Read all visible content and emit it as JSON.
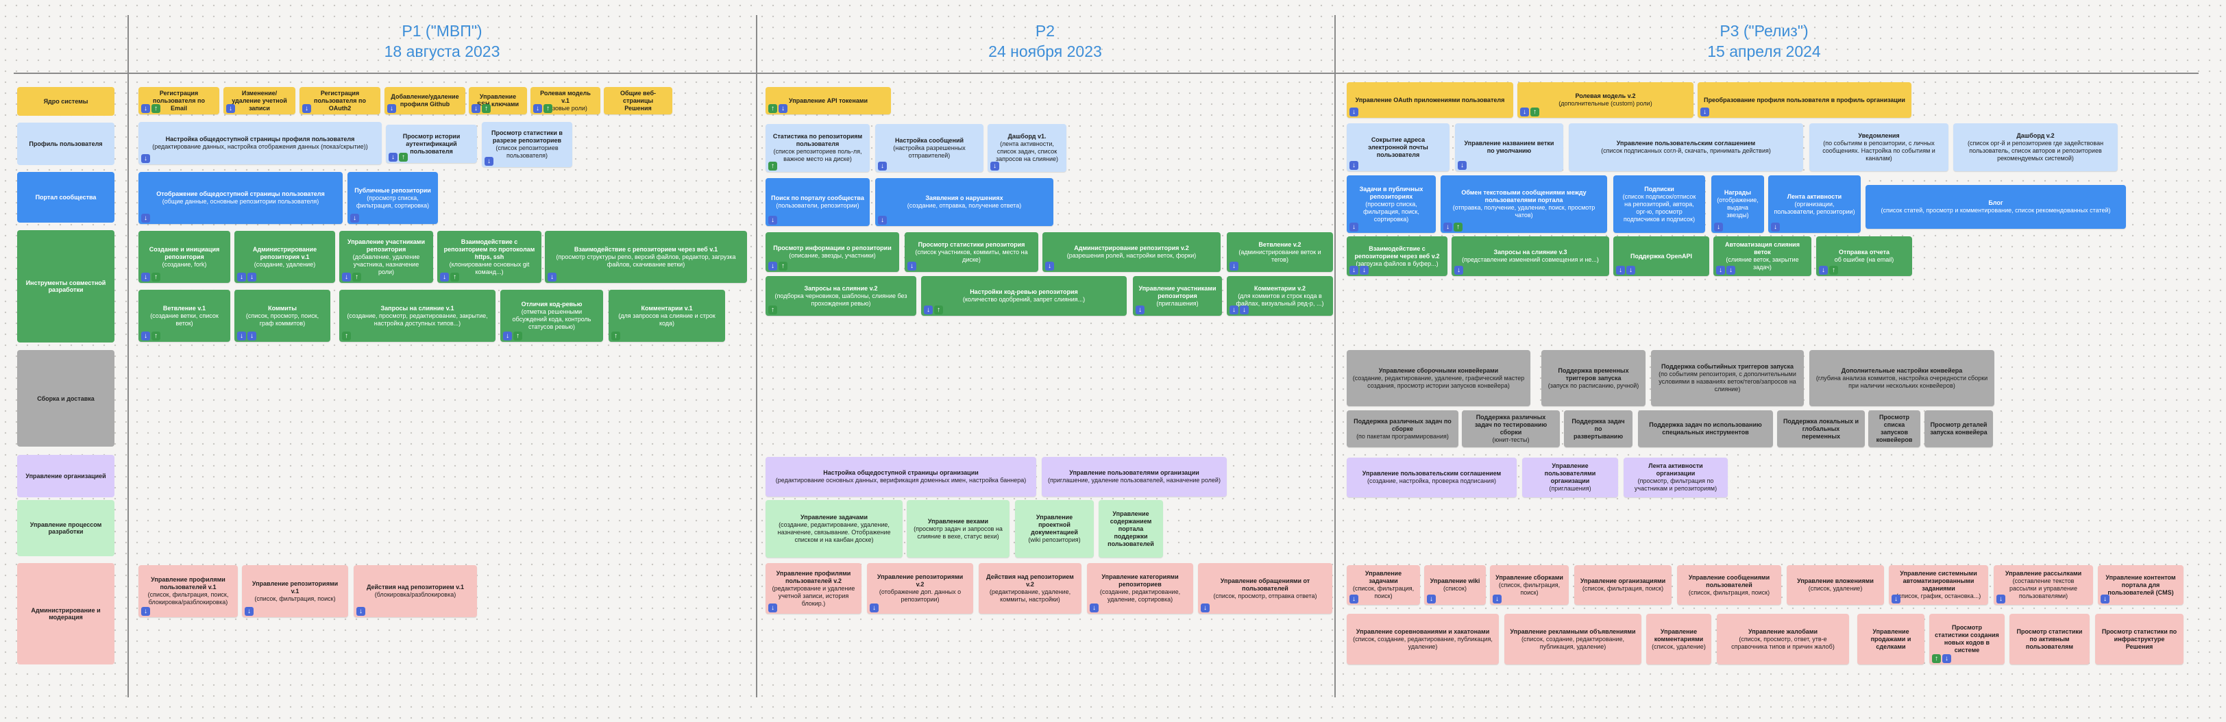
{
  "phases": [
    {
      "name": "P1 (\"МВП\")",
      "date": "18 августа 2023"
    },
    {
      "name": "P2",
      "date": "24 ноября 2023"
    },
    {
      "name": "P3 (\"Релиз\")",
      "date": "15 апреля 2024"
    }
  ],
  "rows": [
    {
      "key": "core",
      "label": "Ядро системы",
      "color": "#f6cd4c"
    },
    {
      "key": "profile",
      "label": "Профиль пользователя",
      "color": "#c9dffa"
    },
    {
      "key": "portal",
      "label": "Портал сообщества",
      "color": "#3f8ef0"
    },
    {
      "key": "collab",
      "label": "Инструменты совместной разработки",
      "color": "#4ca65e"
    },
    {
      "key": "build",
      "label": "Сборка и доставка",
      "color": "#ababab"
    },
    {
      "key": "org",
      "label": "Управление организацией",
      "color": "#dacbfb"
    },
    {
      "key": "process",
      "label": "Управление процессом разработки",
      "color": "#c1efc9"
    },
    {
      "key": "admin",
      "label": "Администрирование и модерация",
      "color": "#f6c4c1"
    }
  ],
  "cards": [
    {
      "c": "yellow",
      "t": "Регистрация пользователя по Email",
      "d": "",
      "v": "du"
    },
    {
      "c": "yellow",
      "t": "Изменение/удаление учетной записи",
      "d": "",
      "v": "d"
    },
    {
      "c": "yellow",
      "t": "Регистрация пользователя по OAuth2",
      "d": "",
      "v": "d"
    },
    {
      "c": "yellow",
      "t": "Добавление/удаление профиля Github",
      "d": "",
      "v": "d"
    },
    {
      "c": "yellow",
      "t": "Управление SSH ключами",
      "d": "",
      "v": "du"
    },
    {
      "c": "yellow",
      "t": "Ролевая модель v.1",
      "d": "(базовые роли)",
      "v": "du"
    },
    {
      "c": "yellow",
      "t": "Общие веб-страницы Решения",
      "d": "",
      "v": ""
    },
    {
      "c": "lblue",
      "t": "Настройка общедоступной страницы профиля пользователя",
      "d": "(редактирование данных, настройка отображения данных (показ/скрытие))",
      "v": "d"
    },
    {
      "c": "lblue",
      "t": "Просмотр истории аутентификаций пользователя",
      "d": "",
      "v": "du"
    },
    {
      "c": "lblue",
      "t": "Просмотр статистики в разрезе репозиториев",
      "d": "(список репозиториев пользователя)",
      "v": "d"
    },
    {
      "c": "blue",
      "t": "Отображение общедоступной страницы пользователя",
      "d": "(общие данные, основные репозитории пользователя)",
      "v": "d"
    },
    {
      "c": "blue",
      "t": "Публичные репозитории",
      "d": "(просмотр списка, фильтрация, сортировка)",
      "v": "d"
    },
    {
      "c": "green",
      "t": "Создание и инициация репозитория",
      "d": "(создание, fork)",
      "v": "du"
    },
    {
      "c": "green",
      "t": "Администрирование репозитория v.1",
      "d": "(создание, удаление)",
      "v": "dd"
    },
    {
      "c": "green",
      "t": "Управление участниками репозитория",
      "d": "(добавление, удаление участника, назначение роли)",
      "v": "du"
    },
    {
      "c": "green",
      "t": "Взаимодействие с репозиторием по протоколам https, ssh",
      "d": "(клонирование основных git команд...)",
      "v": "du"
    },
    {
      "c": "green",
      "t": "Взаимодействие с репозиторием через веб v.1",
      "d": "(просмотр структуры репо, версий файлов, редактор, загрузка файлов, скачивание ветки)",
      "v": "d"
    },
    {
      "c": "green",
      "t": "Ветвление v.1",
      "d": "(создание ветки, список веток)",
      "v": "du"
    },
    {
      "c": "green",
      "t": "Коммиты",
      "d": "(список, просмотр, поиск, граф коммитов)",
      "v": "dd"
    },
    {
      "c": "green",
      "t": "Запросы на слияние v.1",
      "d": "(создание, просмотр, редактирование, закрытие, настройка доступных типов...)",
      "v": "u"
    },
    {
      "c": "green",
      "t": "Отличия код-ревью",
      "d": "(отметка решенными обсуждений кода, контроль статусов ревью)",
      "v": "du"
    },
    {
      "c": "green",
      "t": "Комментарии v.1",
      "d": "(для запросов на слияние и строк кода)",
      "v": "u"
    },
    {
      "c": "pink",
      "t": "Управление профилями пользователей v.1",
      "d": "(список, фильтрация, поиск, блокировка/разблокировка)",
      "v": "d"
    },
    {
      "c": "pink",
      "t": "Управление репозиториями v.1",
      "d": "(список, фильтрация, поиск)",
      "v": "d"
    },
    {
      "c": "pink",
      "t": "Действия над репозиторием v.1",
      "d": "(блокировка/разблокировка)",
      "v": "d"
    },
    {
      "c": "yellow",
      "t": "Управление API токенами",
      "d": "",
      "v": "ud"
    },
    {
      "c": "lblue",
      "t": "Статистика по репозиториям пользователя",
      "d": "(список репозиториев поль-ля, важное место на диске)",
      "v": "u"
    },
    {
      "c": "lblue",
      "t": "Настройка сообщений",
      "d": "(настройка разрешенных отправителей)",
      "v": "d"
    },
    {
      "c": "lblue",
      "t": "Дашборд v1.",
      "d": "(лента активности, список задач, список запросов на слияние)",
      "v": "d"
    },
    {
      "c": "blue",
      "t": "Поиск по порталу сообщества",
      "d": "(пользователи, репозитории)",
      "v": "d"
    },
    {
      "c": "blue",
      "t": "Заявления о нарушениях",
      "d": "(создание, отправка, получение ответа)",
      "v": "d"
    },
    {
      "c": "green",
      "t": "Просмотр информации о репозитории",
      "d": "(описание, звезды, участники)",
      "v": "du"
    },
    {
      "c": "green",
      "t": "Просмотр статистики репозитория",
      "d": "(список участников, коммиты, место на диске)",
      "v": "d"
    },
    {
      "c": "green",
      "t": "Администрирование репозитория v.2",
      "d": "(разрешения ролей, настройки веток, форки)",
      "v": "d"
    },
    {
      "c": "green",
      "t": "Ветвление v.2",
      "d": "(администрирование веток и тегов)",
      "v": "d"
    },
    {
      "c": "green",
      "t": "Запросы на слияние v.2",
      "d": "(подборка черновиков, шаблоны, слияние без прохождения ревью)",
      "v": "u"
    },
    {
      "c": "green",
      "t": "Настройки код-ревью репозитория",
      "d": "(количество одобрений, запрет слияния...)",
      "v": "du"
    },
    {
      "c": "green",
      "t": "Управление участниками репозитория",
      "d": "(приглашения)",
      "v": "d"
    },
    {
      "c": "green",
      "t": "Комментарии v.2",
      "d": "(для коммитов и строк кода в файлах, визуальный ред-р, ...)",
      "v": "dd"
    },
    {
      "c": "purple",
      "t": "Настройка общедоступной страницы организации",
      "d": "(редактирование основных данных, верификация доменных имен, настройка баннера)",
      "v": ""
    },
    {
      "c": "purple",
      "t": "Управление пользователями организации",
      "d": "(приглашение, удаление пользователей, назначение ролей)",
      "v": ""
    },
    {
      "c": "lgreen",
      "t": "Управление задачами",
      "d": "(создание, редактирование, удаление, назначение, связывание. Отображение списком и на канбан доске)",
      "v": ""
    },
    {
      "c": "lgreen",
      "t": "Управление вехами",
      "d": "(просмотр задач и запросов на слияние в вехе, статус вехи)",
      "v": ""
    },
    {
      "c": "lgreen",
      "t": "Управление проектной документацией",
      "d": "(wiki репозитория)",
      "v": ""
    },
    {
      "c": "lgreen",
      "t": "Управление содержанием портала поддержки пользователей",
      "d": "",
      "v": ""
    },
    {
      "c": "pink",
      "t": "Управление профилями пользователей v.2",
      "d": "(редактирование и удаление учетной записи, история блокир.)",
      "v": "d"
    },
    {
      "c": "pink",
      "t": "Управление репозиториями v.2",
      "d": "(отображение доп. данных о репозитории)",
      "v": "d"
    },
    {
      "c": "pink",
      "t": "Действия над репозиторием v.2",
      "d": "(редактирование, удаление, коммиты, настройки)",
      "v": ""
    },
    {
      "c": "pink",
      "t": "Управление категориями репозиториев",
      "d": "(создание, редактирование, удаление, сортировка)",
      "v": "d"
    },
    {
      "c": "pink",
      "t": "Управление обращениями от пользователей",
      "d": "(список, просмотр, отправка ответа)",
      "v": "d"
    },
    {
      "c": "yellow",
      "t": "Управление OAuth приложениями пользователя",
      "d": "",
      "v": "d"
    },
    {
      "c": "yellow",
      "t": "Ролевая модель v.2",
      "d": "(дополнительные (custom) роли)",
      "v": "du"
    },
    {
      "c": "yellow",
      "t": "Преобразование профиля пользователя в профиль организации",
      "d": "",
      "v": "d"
    },
    {
      "c": "lblue",
      "t": "Сокрытие адреса электронной почты пользователя",
      "d": "",
      "v": "d"
    },
    {
      "c": "lblue",
      "t": "Управление названием ветки по умолчанию",
      "d": "",
      "v": "d"
    },
    {
      "c": "lblue",
      "t": "Управление пользовательским соглашением",
      "d": "(список подписанных согл-й, скачать, принимать действия)",
      "v": ""
    },
    {
      "c": "lblue",
      "t": "Уведомления",
      "d": "(по событиям в репозитории, с личных сообщениях. Настройка по событиям и каналам)",
      "v": ""
    },
    {
      "c": "lblue",
      "t": "Дашборд v.2",
      "d": "(список орг-й и репозиториев где задействован пользователь, список авторов и репозиториев рекомендуемых системой)",
      "v": ""
    },
    {
      "c": "blue",
      "t": "Задачи в публичных репозиториях",
      "d": "(просмотр списка, фильтрация, поиск, сортировка)",
      "v": "d"
    },
    {
      "c": "blue",
      "t": "Обмен текстовыми сообщениями между пользователями портала",
      "d": "(отправка, получение, удаление, поиск, просмотр чатов)",
      "v": "du"
    },
    {
      "c": "blue",
      "t": "Подписки",
      "d": "(список подписок/отписок на репозиторий, автора, орг-ю, просмотр подписчиков и подписок)",
      "v": ""
    },
    {
      "c": "blue",
      "t": "Награды",
      "d": "(отображение, выдача звезды)",
      "v": "d"
    },
    {
      "c": "blue",
      "t": "Лента активности",
      "d": "(организации, пользователи, репозитории)",
      "v": "d"
    },
    {
      "c": "blue",
      "t": "Блог",
      "d": "(список статей, просмотр и комментирование, список рекомендованных статей)",
      "v": ""
    },
    {
      "c": "green",
      "t": "Взаимодействие с репозиторием через веб v.2",
      "d": "(загрузка файлов в буфер...)",
      "v": "dd"
    },
    {
      "c": "green",
      "t": "Запросы на слияние v.3",
      "d": "(представление изменений совмещения и не...)",
      "v": "d"
    },
    {
      "c": "green",
      "t": "Поддержка OpenAPI",
      "d": "",
      "v": "dd"
    },
    {
      "c": "green",
      "t": "Автоматизация слияния веток",
      "d": "(слияние веток, закрытие задач)",
      "v": "dd"
    },
    {
      "c": "green",
      "t": "Отправка отчета",
      "d": "об ошибке (на email)",
      "v": "du"
    },
    {
      "c": "gray",
      "t": "Управление сборочными конвейерами",
      "d": "(создание, редактирование, удаление, графический мастер создания, просмотр истории запусков конвейера)",
      "v": ""
    },
    {
      "c": "gray",
      "t": "Поддержка временных триггеров запуска",
      "d": "(запуск по расписанию, ручной)",
      "v": ""
    },
    {
      "c": "gray",
      "t": "Поддержка событийных триггеров запуска",
      "d": "(по событиям репозитория, с дополнительными условиями в названиях веток/тегов/запросов на слияние)",
      "v": ""
    },
    {
      "c": "gray",
      "t": "Дополнительные настройки конвейера",
      "d": "(глубина анализа коммитов, настройка очередности сборки при наличии нескольких конвейеров)",
      "v": ""
    },
    {
      "c": "gray",
      "t": "Поддержка различных задач по сборке",
      "d": "(по пакетам программирования)",
      "v": ""
    },
    {
      "c": "gray",
      "t": "Поддержка различных задач по тестированию сборки",
      "d": "(юнит-тесты)",
      "v": ""
    },
    {
      "c": "gray",
      "t": "Поддержка задач по развертыванию",
      "d": "",
      "v": ""
    },
    {
      "c": "gray",
      "t": "Поддержка задач по использованию специальных инструментов",
      "d": "",
      "v": ""
    },
    {
      "c": "gray",
      "t": "Поддержка локальных и глобальных переменных",
      "d": "",
      "v": ""
    },
    {
      "c": "gray",
      "t": "Просмотр списка запусков конвейеров",
      "d": "",
      "v": ""
    },
    {
      "c": "gray",
      "t": "Просмотр деталей запуска конвейера",
      "d": "",
      "v": ""
    },
    {
      "c": "purple",
      "t": "Управление пользовательским соглашением",
      "d": "(создание, настройка, проверка подписания)",
      "v": ""
    },
    {
      "c": "purple",
      "t": "Управление пользователями организации",
      "d": "(приглашения)",
      "v": ""
    },
    {
      "c": "purple",
      "t": "Лента активности организации",
      "d": "(просмотр, фильтрация по участникам и репозиториям)",
      "v": ""
    },
    {
      "c": "pink",
      "t": "Управление задачами",
      "d": "(список, фильтрация, поиск)",
      "v": "d"
    },
    {
      "c": "pink",
      "t": "Управление wiki",
      "d": "(список)",
      "v": "d"
    },
    {
      "c": "pink",
      "t": "Управление сборками",
      "d": "(список, фильтрация, поиск)",
      "v": "d"
    },
    {
      "c": "pink",
      "t": "Управление организациями",
      "d": "(список, фильтрация, поиск)",
      "v": ""
    },
    {
      "c": "pink",
      "t": "Управление сообщениями пользователей",
      "d": "(список, фильтрация, поиск)",
      "v": ""
    },
    {
      "c": "pink",
      "t": "Управление вложениями",
      "d": "(список, удаление)",
      "v": ""
    },
    {
      "c": "pink",
      "t": "Управление системными автоматизированными заданиями",
      "d": "(список, график, остановка...)",
      "v": "d"
    },
    {
      "c": "pink",
      "t": "Управление рассылками",
      "d": "(составление текстов рассылки и управление пользователями)",
      "v": "d"
    },
    {
      "c": "pink",
      "t": "Управление контентом портала для пользователей (CMS)",
      "d": "",
      "v": "d"
    },
    {
      "c": "pink",
      "t": "Управление соревнованиями и хакатонами",
      "d": "(список, создание, редактирование, публикация, удаление)",
      "v": ""
    },
    {
      "c": "pink",
      "t": "Управление рекламными объявлениями",
      "d": "(список, создание, редактирование, публикация, удаление)",
      "v": ""
    },
    {
      "c": "pink",
      "t": "Управление комментариями",
      "d": "(список, удаление)",
      "v": ""
    },
    {
      "c": "pink",
      "t": "Управление жалобами",
      "d": "(список, просмотр, ответ, утв-е справочника типов и причин жалоб)",
      "v": ""
    },
    {
      "c": "pink",
      "t": "Управление продажами и сделками",
      "d": "",
      "v": ""
    },
    {
      "c": "pink",
      "t": "Просмотр статистики создания новых кодов в системе",
      "d": "",
      "v": "ud"
    },
    {
      "c": "pink",
      "t": "Просмотр статистики по активным пользователям",
      "d": "",
      "v": ""
    },
    {
      "c": "pink",
      "t": "Просмотр статистики по инфраструктуре Решения",
      "d": "",
      "v": ""
    }
  ]
}
